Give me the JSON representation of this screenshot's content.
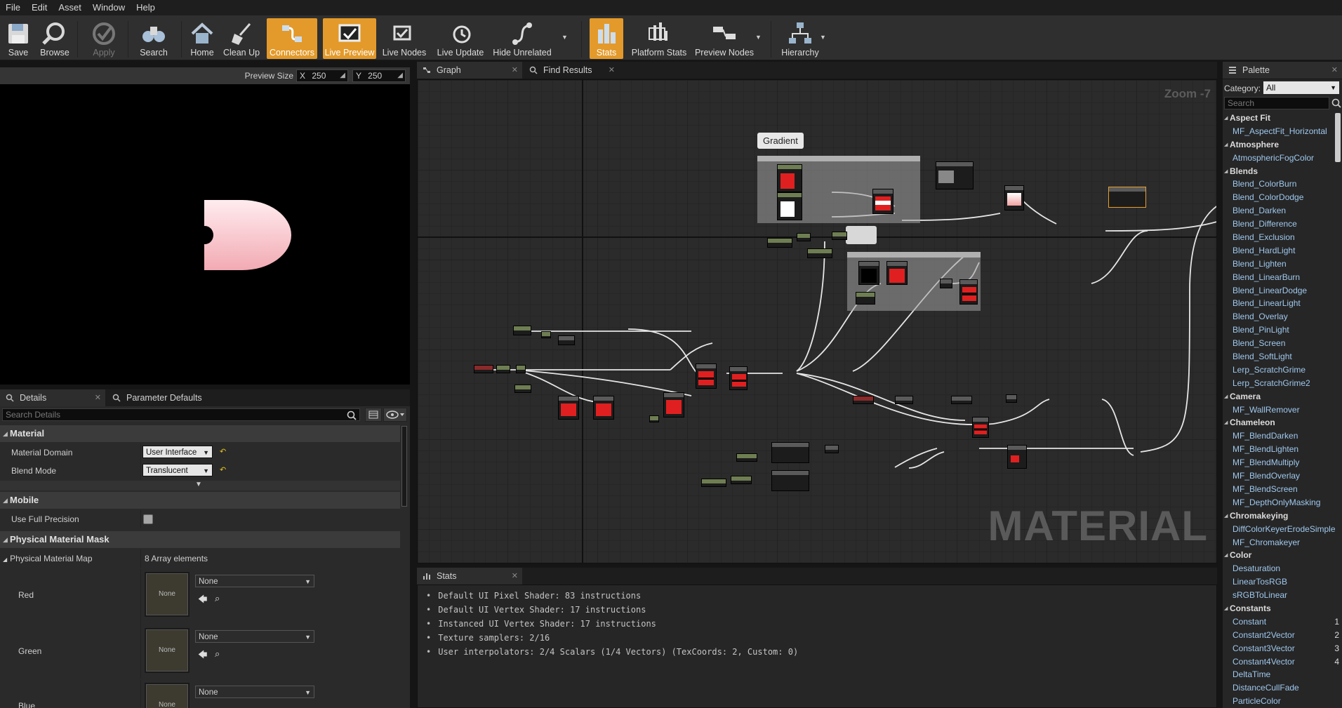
{
  "menu": [
    "File",
    "Edit",
    "Asset",
    "Window",
    "Help"
  ],
  "toolbar": {
    "save": "Save",
    "browse": "Browse",
    "apply": "Apply",
    "search": "Search",
    "home": "Home",
    "clean_up": "Clean Up",
    "connectors": "Connectors",
    "live_preview": "Live Preview",
    "live_nodes": "Live Nodes",
    "live_update": "Live Update",
    "hide_unrelated": "Hide Unrelated",
    "stats": "Stats",
    "platform_stats": "Platform Stats",
    "preview_nodes": "Preview Nodes",
    "hierarchy": "Hierarchy",
    "accent_color": "#e39a2a"
  },
  "preview": {
    "size_label": "Preview Size",
    "x_label": "X",
    "x_value": "250",
    "y_label": "Y",
    "y_value": "250"
  },
  "details": {
    "tab_details": "Details",
    "tab_params": "Parameter Defaults",
    "search_placeholder": "Search Details",
    "material_section": "Material",
    "material_domain_label": "Material Domain",
    "material_domain_value": "User Interface",
    "blend_mode_label": "Blend Mode",
    "blend_mode_value": "Translucent",
    "mobile_section": "Mobile",
    "full_precision_label": "Use Full Precision",
    "phys_mask_section": "Physical Material Mask",
    "phys_map_label": "Physical Material Map",
    "phys_map_value": "8 Array elements",
    "red_label": "Red",
    "green_label": "Green",
    "blue_label": "Blue",
    "none_thumb": "None",
    "none_value": "None"
  },
  "graph": {
    "tab_graph": "Graph",
    "tab_find": "Find Results",
    "zoom": "Zoom -7",
    "watermark": "MATERIAL",
    "comment_gradient": "Gradient"
  },
  "stats": {
    "tab": "Stats",
    "lines": [
      "Default UI Pixel Shader: 83 instructions",
      "Default UI Vertex Shader: 17 instructions",
      "Instanced UI Vertex Shader: 17 instructions",
      "Texture samplers: 2/16",
      "User interpolators: 2/4 Scalars (1/4 Vectors) (TexCoords: 2, Custom: 0)"
    ]
  },
  "palette": {
    "tab": "Palette",
    "category_label": "Category:",
    "category_value": "All",
    "search_placeholder": "Search",
    "entries": [
      {
        "cat": "Aspect Fit"
      },
      {
        "item": "MF_AspectFit_Horizontal"
      },
      {
        "cat": "Atmosphere"
      },
      {
        "item": "AtmosphericFogColor"
      },
      {
        "cat": "Blends"
      },
      {
        "item": "Blend_ColorBurn"
      },
      {
        "item": "Blend_ColorDodge"
      },
      {
        "item": "Blend_Darken"
      },
      {
        "item": "Blend_Difference"
      },
      {
        "item": "Blend_Exclusion"
      },
      {
        "item": "Blend_HardLight"
      },
      {
        "item": "Blend_Lighten"
      },
      {
        "item": "Blend_LinearBurn"
      },
      {
        "item": "Blend_LinearDodge"
      },
      {
        "item": "Blend_LinearLight"
      },
      {
        "item": "Blend_Overlay"
      },
      {
        "item": "Blend_PinLight"
      },
      {
        "item": "Blend_Screen"
      },
      {
        "item": "Blend_SoftLight"
      },
      {
        "item": "Lerp_ScratchGrime"
      },
      {
        "item": "Lerp_ScratchGrime2"
      },
      {
        "cat": "Camera"
      },
      {
        "item": "MF_WallRemover"
      },
      {
        "cat": "Chameleon"
      },
      {
        "item": "MF_BlendDarken"
      },
      {
        "item": "MF_BlendLighten"
      },
      {
        "item": "MF_BlendMultiply"
      },
      {
        "item": "MF_BlendOverlay"
      },
      {
        "item": "MF_BlendScreen"
      },
      {
        "item": "MF_DepthOnlyMasking"
      },
      {
        "cat": "Chromakeying"
      },
      {
        "item": "DiffColorKeyerErodeSimple"
      },
      {
        "item": "MF_Chromakeyer"
      },
      {
        "cat": "Color"
      },
      {
        "item": "Desaturation"
      },
      {
        "item": "LinearTosRGB"
      },
      {
        "item": "sRGBToLinear"
      },
      {
        "cat": "Constants"
      },
      {
        "item": "Constant",
        "hotkey": "1"
      },
      {
        "item": "Constant2Vector",
        "hotkey": "2"
      },
      {
        "item": "Constant3Vector",
        "hotkey": "3"
      },
      {
        "item": "Constant4Vector",
        "hotkey": "4"
      },
      {
        "item": "DeltaTime"
      },
      {
        "item": "DistanceCullFade"
      },
      {
        "item": "ParticleColor"
      }
    ]
  }
}
